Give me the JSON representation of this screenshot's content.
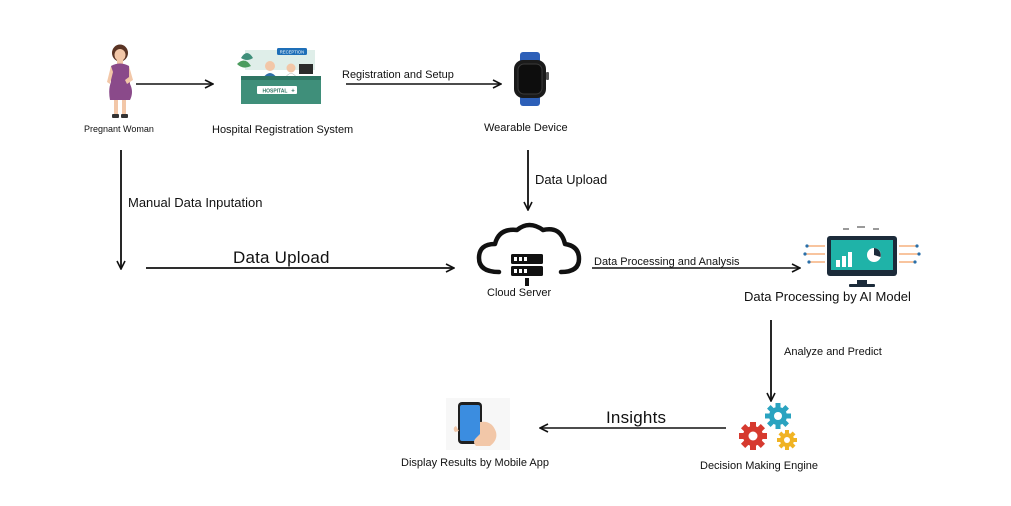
{
  "nodes": {
    "pregnant_woman": "Pregnant Woman",
    "hospital_registration": "Hospital Registration System",
    "hospital_sign": "HOSPITAL",
    "reception_sign": "RECEPTION",
    "wearable": "Wearable Device",
    "cloud_server": "Cloud Server",
    "ai_model": "Data Processing by AI Model",
    "decision_engine": "Decision Making Engine",
    "mobile_app": "Display Results by Mobile App"
  },
  "edges": {
    "registration_setup": "Registration and Setup",
    "data_upload_wearable": "Data Upload",
    "manual_input": "Manual Data Inputation",
    "data_upload_manual": "Data Upload",
    "processing_analysis": "Data Processing and Analysis",
    "analyze_predict": "Analyze and Predict",
    "insights": "Insights"
  },
  "colors": {
    "arrow": "#111111",
    "dress": "#8a4a8a",
    "hospital_green": "#3f8f7a",
    "watch_band": "#2d5fb8",
    "monitor": "#1fb3a8",
    "phone": "#3b8de0",
    "gear_red": "#d63a2f",
    "gear_teal": "#2aa3c0",
    "gear_yellow": "#f0b323"
  }
}
